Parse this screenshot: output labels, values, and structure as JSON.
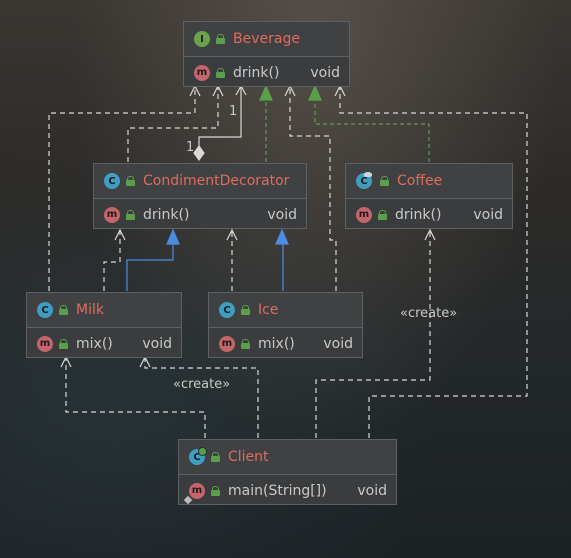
{
  "diagram": {
    "beverage": {
      "name": "Beverage",
      "kind": "interface-icon",
      "methods": [
        {
          "name": "drink()",
          "type": "void"
        }
      ]
    },
    "condiment_decorator": {
      "name": "CondimentDecorator",
      "kind": "class-icon",
      "methods": [
        {
          "name": "drink()",
          "type": "void"
        }
      ]
    },
    "coffee": {
      "name": "Coffee",
      "kind": "class-icon",
      "methods": [
        {
          "name": "drink()",
          "type": "void"
        }
      ]
    },
    "milk": {
      "name": "Milk",
      "kind": "class-icon",
      "methods": [
        {
          "name": "mix()",
          "type": "void"
        }
      ]
    },
    "ice": {
      "name": "Ice",
      "kind": "class-icon",
      "methods": [
        {
          "name": "mix()",
          "type": "void"
        }
      ]
    },
    "client": {
      "name": "Client",
      "kind": "class-icon",
      "methods": [
        {
          "name": "main(String[])",
          "type": "void"
        }
      ]
    },
    "badges": {
      "interface": "I",
      "class": "C",
      "method": "m"
    },
    "labels": {
      "multiplicity_top": "1",
      "multiplicity_bottom": "1",
      "create_coffee": "«create»",
      "create_milk": "«create»"
    },
    "colors": {
      "class_name": "#e06c5c",
      "text": "#c9c9c9",
      "realization": "#5aa04a",
      "generalization": "#4a8de0",
      "dependency": "#d8d8d8"
    }
  }
}
